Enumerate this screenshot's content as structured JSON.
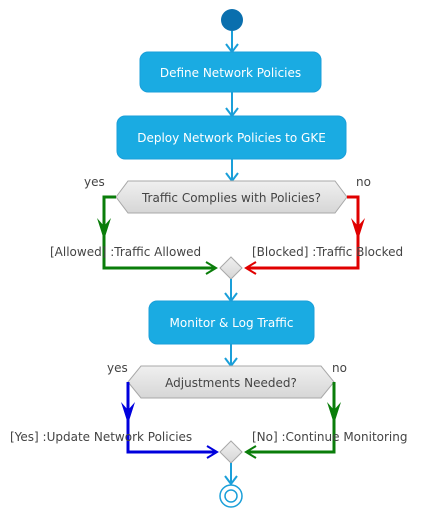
{
  "diagram": {
    "actions": {
      "define": "Define Network Policies",
      "deploy": "Deploy Network Policies to GKE",
      "monitor": "Monitor & Log Traffic"
    },
    "decision1": {
      "question": "Traffic Complies with Policies?",
      "yes_label": "yes",
      "no_label": "no",
      "yes_branch": "[Allowed] :Traffic Allowed",
      "no_branch": "[Blocked] :Traffic Blocked"
    },
    "decision2": {
      "question": "Adjustments Needed?",
      "yes_label": "yes",
      "no_label": "no",
      "yes_branch": "[Yes] :Update Network Policies",
      "no_branch": "[No] :Continue Monitoring"
    },
    "colors": {
      "flow": "#1a9fd9",
      "action_fill": "#1aabe2",
      "start": "#0a6fae",
      "decision_fill": "#e4e4e4",
      "decision_stroke": "#a8a8a8",
      "yes1": "#0a7d0a",
      "no1": "#e00000",
      "yes2": "#0000dd",
      "no2": "#0a7d0a"
    }
  }
}
